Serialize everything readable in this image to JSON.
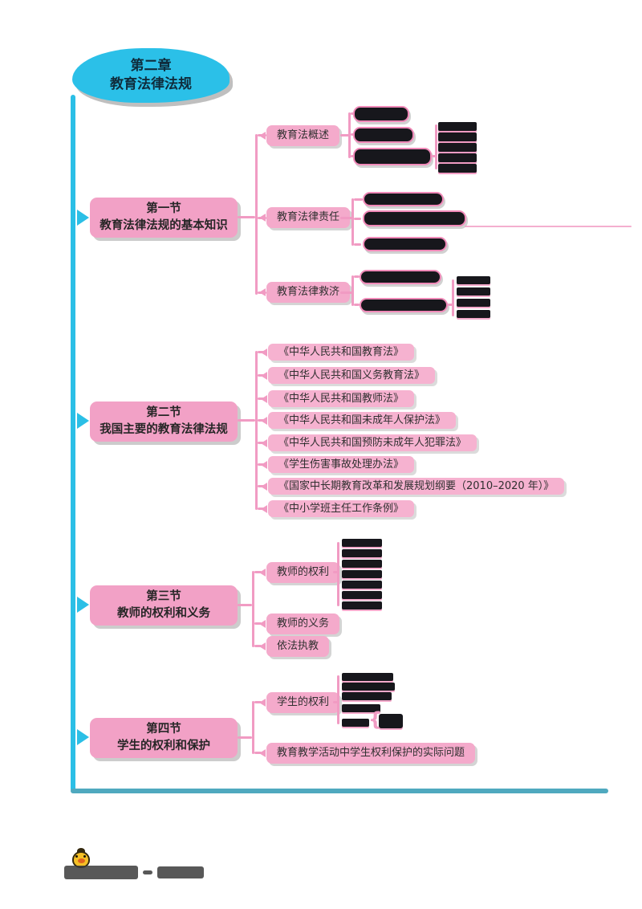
{
  "root": {
    "line1": "第二章",
    "line2": "教育法律法规"
  },
  "section1": {
    "line1": "第一节",
    "line2": "教育法律法规的基本知识",
    "overview": {
      "label": "教育法概述",
      "redacted": [
        70,
        76,
        98
      ],
      "sub_redacted": [
        48,
        48,
        48,
        48,
        48
      ]
    },
    "liability": {
      "label": "教育法律责任",
      "redacted": [
        101,
        129,
        105
      ]
    },
    "remedy": {
      "label": "教育法律救济",
      "redacted": [
        102,
        110
      ],
      "sub_redacted": [
        42,
        42,
        42,
        42
      ]
    }
  },
  "section2": {
    "line1": "第二节",
    "line2": "我国主要的教育法律法规",
    "laws": [
      "《中华人民共和国教育法》",
      "《中华人民共和国义务教育法》",
      "《中华人民共和国教师法》",
      "《中华人民共和国未成年人保护法》",
      "《中华人民共和国预防未成年人犯罪法》",
      "《学生伤害事故处理办法》",
      "《国家中长期教育改革和发展规划纲要（2010–2020 年）》",
      "《中小学班主任工作条例》"
    ]
  },
  "section3": {
    "line1": "第三节",
    "line2": "教师的权利和义务",
    "rights": {
      "label": "教师的权利",
      "redacted": [
        50,
        50,
        50,
        50,
        50,
        50,
        50
      ]
    },
    "duties": {
      "label": "教师的义务"
    },
    "lawful": {
      "label": "依法执教"
    }
  },
  "section4": {
    "line1": "第四节",
    "line2": "学生的权利和保护",
    "rights": {
      "label": "学生的权利",
      "redacted": [
        64,
        66,
        62,
        48,
        34
      ],
      "sub_redacted": [
        30
      ]
    },
    "practical": {
      "label": "教育教学活动中学生权利保护的实际问题"
    }
  },
  "colors": {
    "cyan": "#2BBFE6",
    "teal": "#4FA9BF",
    "pink": "#F2A1C6",
    "connector": "#F19BC3",
    "redaction": "#17171C"
  },
  "watermark": {
    "icon": "duck-chick-icon"
  }
}
